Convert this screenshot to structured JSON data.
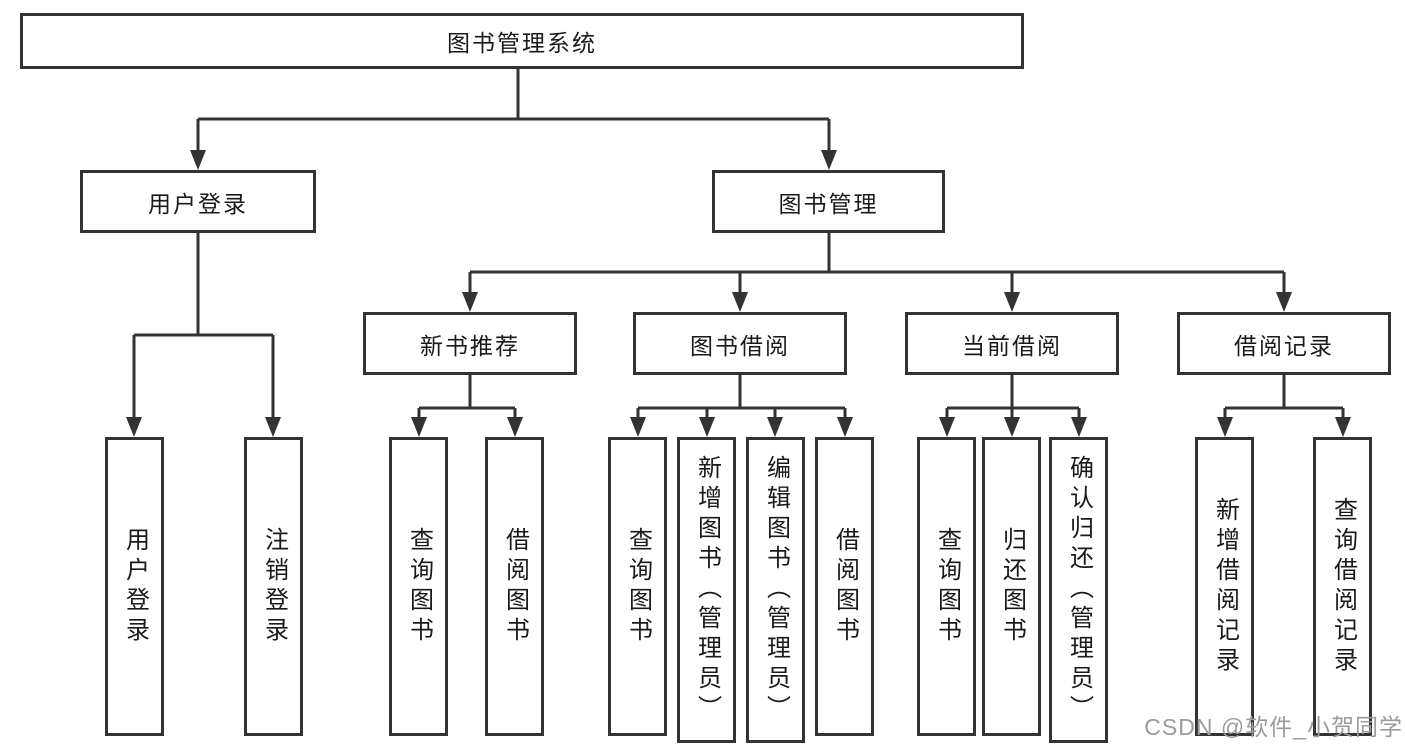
{
  "tree": {
    "root": "图书管理系统",
    "level2": [
      {
        "label": "用户登录",
        "children": [
          "用户登录",
          "注销登录"
        ]
      },
      {
        "label": "图书管理",
        "sections": [
          {
            "label": "新书推荐",
            "children": [
              "查询图书",
              "借阅图书"
            ]
          },
          {
            "label": "图书借阅",
            "children": [
              "查询图书",
              "新增图书（管理员）",
              "编辑图书（管理员）",
              "借阅图书"
            ]
          },
          {
            "label": "当前借阅",
            "children": [
              "查询图书",
              "归还图书",
              "确认归还（管理员）"
            ]
          },
          {
            "label": "借阅记录",
            "children": [
              "新增借阅记录",
              "查询借阅记录"
            ]
          }
        ]
      }
    ]
  },
  "watermark": {
    "text": "CSDN @软件_小贺同学"
  },
  "colors": {
    "line": "#333333",
    "box_border": "#333333",
    "box_background": "#ffffff",
    "text": "#1a1a1a",
    "watermark": "#9b9b9b",
    "background": "#ffffff"
  }
}
